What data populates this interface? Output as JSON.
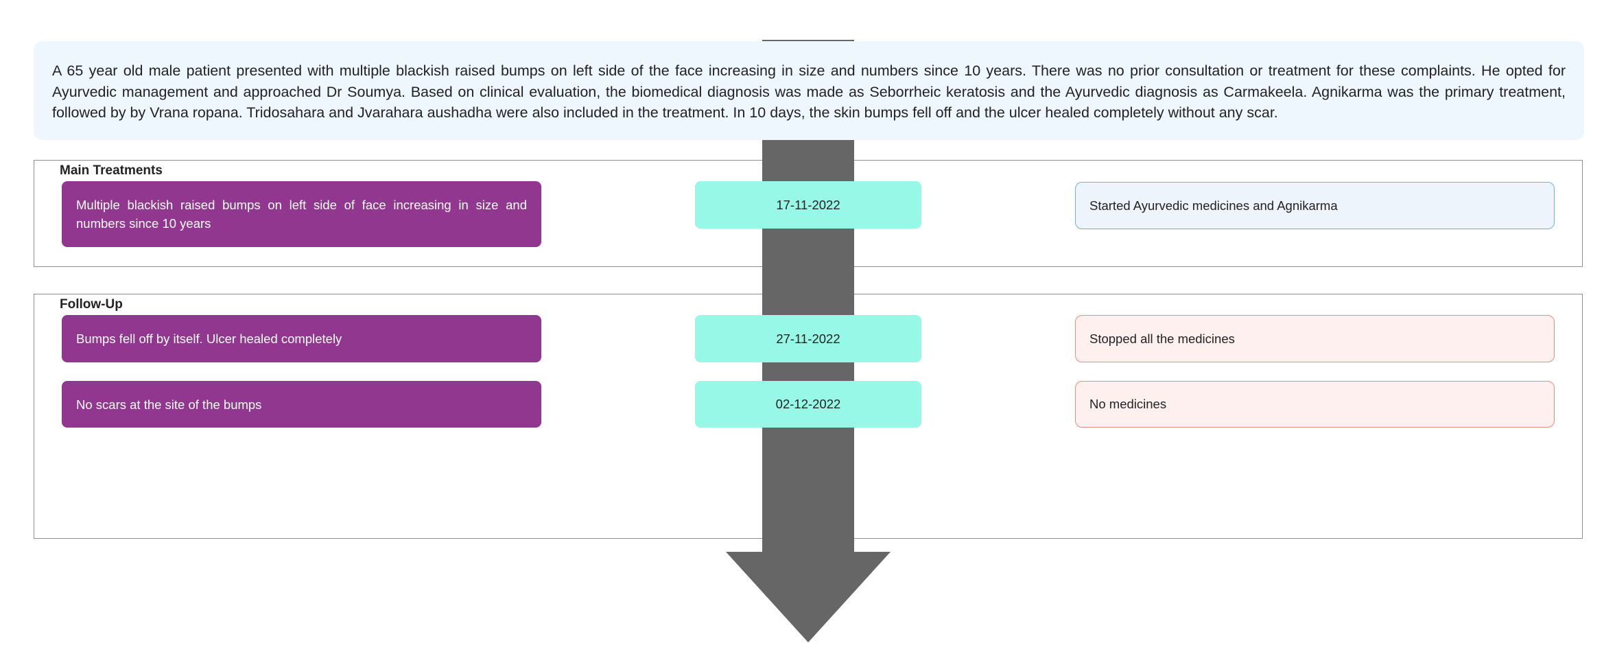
{
  "summary": "A 65 year old male patient presented with multiple blackish raised bumps on left side of the face increasing in size and numbers since 10 years. There was no prior consultation or treatment for these complaints. He opted for Ayurvedic management and approached Dr Soumya. Based on clinical evaluation, the biomedical diagnosis was made as Seborrheic keratosis and the Ayurvedic diagnosis as Carmakeela. Agnikarma was the primary treatment, followed by by Vrana ropana. Tridosahara and Jvarahara aushadha were also included in the treatment. In 10 days, the skin bumps fell off and the ulcer healed completely without any scar.",
  "sections": {
    "main_treatments": {
      "title": "Main Treatments",
      "rows": [
        {
          "event": "Multiple blackish raised bumps on left side of face increasing in size and numbers since 10 years",
          "date": "17-11-2022",
          "treatment": "Started Ayurvedic medicines and Agnikarma"
        }
      ]
    },
    "follow_up": {
      "title": "Follow-Up",
      "rows": [
        {
          "event": "Bumps fell off by itself. Ulcer healed completely",
          "date": "27-11-2022",
          "treatment": "Stopped all the medicines"
        },
        {
          "event": "No scars at the site of the bumps",
          "date": "02-12-2022",
          "treatment": "No medicines"
        }
      ]
    }
  },
  "colors": {
    "event_box": "#91378f",
    "date_box": "#98f8e7",
    "treatment_blue_fill": "#edf4fc",
    "treatment_blue_border": "#6cb0e8",
    "treatment_pink_fill": "#fff0f0",
    "treatment_pink_border": "#ee8a80",
    "timeline_arrow": "#666666",
    "summary_background": "#eef6fe"
  }
}
